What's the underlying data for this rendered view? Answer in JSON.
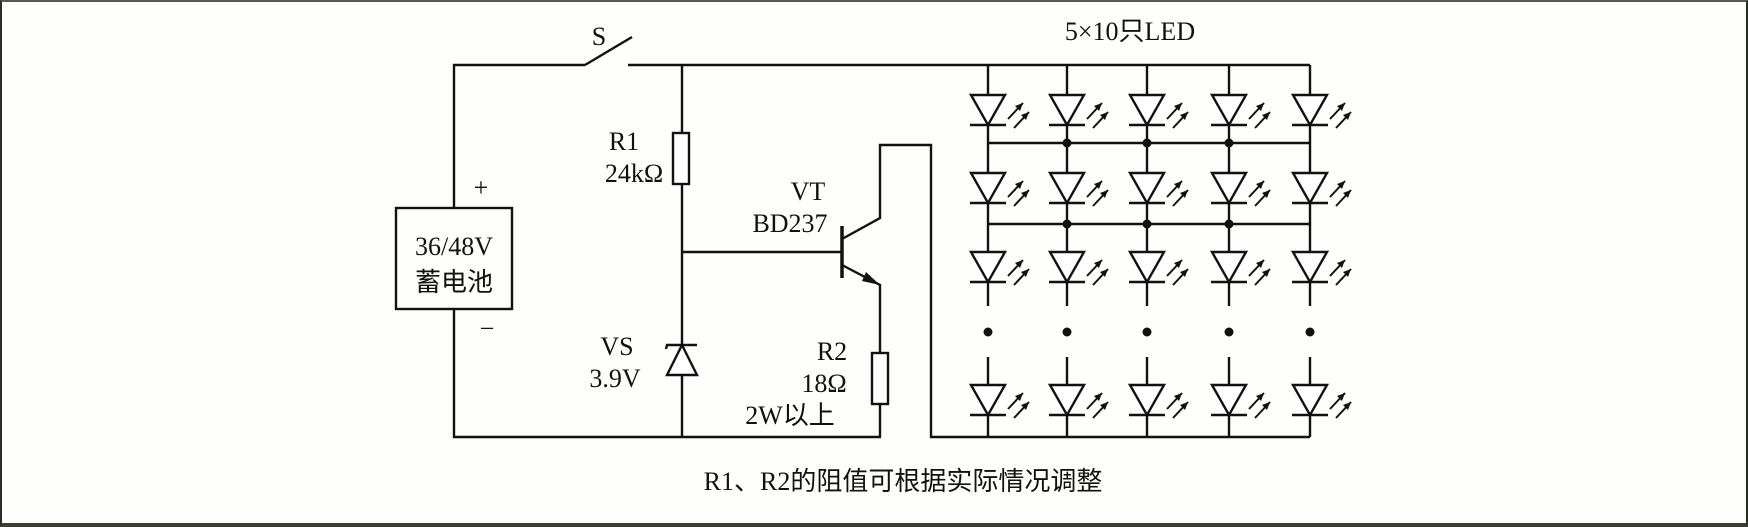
{
  "diagram": {
    "type": "circuit-schematic",
    "battery": {
      "voltage_label": "36/48V",
      "name_label": "蓄电池",
      "plus_label": "+",
      "minus_label": "−"
    },
    "switch": {
      "label": "S"
    },
    "r1": {
      "label": "R1",
      "value": "24kΩ"
    },
    "transistor": {
      "label": "VT",
      "model": "BD237"
    },
    "zener": {
      "label": "VS",
      "value": "3.9V"
    },
    "r2": {
      "label": "R2",
      "value": "18Ω",
      "power": "2W以上"
    },
    "led_array": {
      "label": "5×10只LED",
      "columns": 5,
      "rows": 10
    },
    "caption": "R1、R2的阻值可根据实际情况调整",
    "colors": {
      "line": "#111111",
      "background": "#fefffc",
      "frame": "#2a2e26"
    }
  }
}
